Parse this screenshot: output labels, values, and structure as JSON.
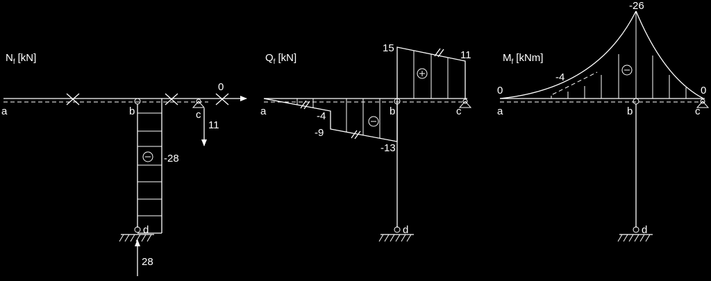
{
  "panels": {
    "normal": {
      "symbol": "N",
      "subscript": "f",
      "unit": "[kN]",
      "points": {
        "a": "a",
        "b": "b",
        "c": "c",
        "d": "d"
      },
      "values": {
        "column": "-28",
        "arrow_c_horizontal": "0",
        "arrow_c_vertical": "11",
        "arrow_d": "28"
      }
    },
    "shear": {
      "symbol": "Q",
      "subscript": "f",
      "unit": "[kN]",
      "points": {
        "a": "a",
        "b": "b",
        "c": "c",
        "d": "d"
      },
      "values": {
        "bc_left": "15",
        "bc_right": "11",
        "ab_upper": "-4",
        "ab_lower": "-9",
        "b_value": "-13"
      }
    },
    "moment": {
      "symbol": "M",
      "subscript": "f",
      "unit": "[kNm]",
      "points": {
        "a": "a",
        "b": "b",
        "c": "c",
        "d": "d"
      },
      "values": {
        "peak": "-26",
        "left_end": "0",
        "right_end": "0",
        "mid_left": "-4"
      }
    }
  }
}
